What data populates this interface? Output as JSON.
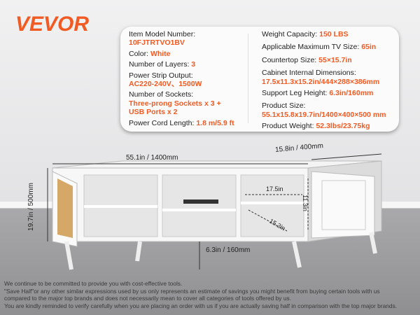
{
  "brand": "VEVOR",
  "specs_left": [
    {
      "label": "Item Model Number:",
      "value": "10FJTRTVO1BV"
    },
    {
      "label": "Color:",
      "value": "White"
    },
    {
      "label": "Number of Layers:",
      "value": "3"
    },
    {
      "label": "Power Strip Output:",
      "value": "AC220-240V、1500W"
    },
    {
      "label": "Number of Sockets:",
      "value": "Three-prong Sockets x 3 +",
      "value2": "USB Ports x 2"
    },
    {
      "label": "Power Cord Length:",
      "value": "1.8 m/5.9 ft"
    }
  ],
  "specs_right": [
    {
      "label": "Weight Capacity:",
      "value": "150 LBS"
    },
    {
      "label": "Applicable Maximum TV Size:",
      "value": "65in"
    },
    {
      "label": "Countertop Size:",
      "value": "55×15.7in"
    },
    {
      "label": "Cabinet Internal Dimensions:",
      "value": "17.5x11.3x15.2in/444×288×386mm"
    },
    {
      "label": "Support Leg Height:",
      "value": "6.3in/160mm"
    },
    {
      "label": "Product Size:",
      "value": "55.1x15.8x19.7in/1400×400×500 mm"
    },
    {
      "label": "Product Weight:",
      "value": "52.3lbs/23.75kg"
    }
  ],
  "dimensions": {
    "width": "55.1in / 1400mm",
    "depth": "15.8in / 400mm",
    "height": "19.7in / 500mm",
    "leg": "6.3in / 160mm",
    "inner_w": "17.5in",
    "inner_h": "11.3in",
    "inner_d": "15.2in"
  },
  "disclaimer": [
    "We continue to be committed to provide you with cost-effective tools.",
    "\"Save Half\"or any other similar expressions used by us only represents an estimate of savings you might benefit from buying certain tools with us",
    "compared to the major top brands and does not necessarily mean to cover all categories of tools offered by us.",
    "You are kindly reminded to verify carefully when you are placing an order with us if you are actually saving half in comparison with the top major brands."
  ],
  "colors": {
    "accent": "#f15a22"
  }
}
